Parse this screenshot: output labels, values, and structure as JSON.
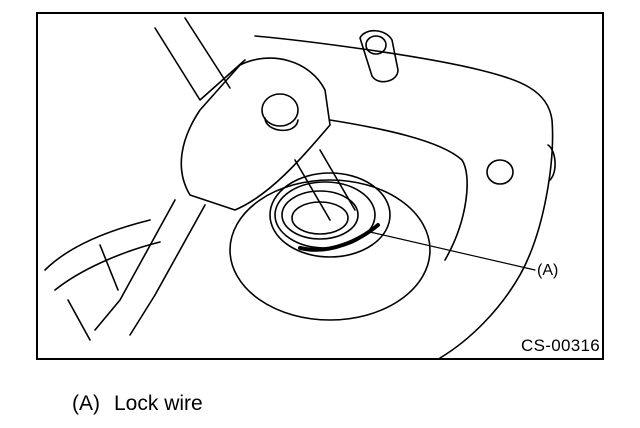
{
  "figure": {
    "callout_label": "(A)",
    "code": "CS-00316"
  },
  "legend": {
    "key": "(A)",
    "text": "Lock wire"
  }
}
